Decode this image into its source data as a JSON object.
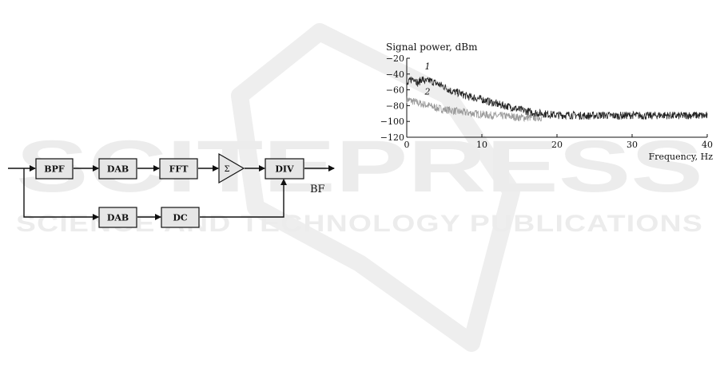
{
  "watermark": {
    "main": "SCITEPRESS",
    "sub": "SCIENCE AND TECHNOLOGY PUBLICATIONS"
  },
  "diagram": {
    "blocks": {
      "bpf": "BPF",
      "dab_top": "DAB",
      "fft": "FFT",
      "sum": "Σ",
      "div": "DIV",
      "dab_bottom": "DAB",
      "dc": "DC"
    },
    "output_label": "BF"
  },
  "chart_data": {
    "type": "line",
    "title": "Signal power, dBm",
    "xlabel": "Frequency, Hz",
    "ylabel": "",
    "xlim": [
      0,
      40
    ],
    "ylim": [
      -120,
      -20
    ],
    "xticks": [
      "0",
      "10",
      "20",
      "30",
      "40"
    ],
    "yticks": [
      "−20",
      "−40",
      "−60",
      "−80",
      "−100",
      "−120"
    ],
    "grid": false,
    "series": [
      {
        "name": "1",
        "color": "#222222",
        "x": [
          0,
          0.5,
          1,
          1.5,
          2,
          2.5,
          3,
          4,
          5,
          6,
          7,
          8,
          9,
          10,
          11,
          12,
          13,
          14,
          15,
          16,
          17,
          18,
          19,
          20,
          22,
          24,
          26,
          28,
          30,
          32,
          34,
          36,
          38,
          40
        ],
        "y": [
          -55,
          -47,
          -45,
          -52,
          -46,
          -50,
          -48,
          -52,
          -56,
          -62,
          -64,
          -68,
          -70,
          -72,
          -75,
          -78,
          -80,
          -82,
          -85,
          -87,
          -89,
          -90,
          -91,
          -92,
          -92,
          -93,
          -92,
          -93,
          -92,
          -93,
          -92,
          -93,
          -92,
          -93
        ]
      },
      {
        "name": "2",
        "color": "#9a9a9a",
        "x": [
          0,
          1,
          2,
          3,
          4,
          5,
          6,
          7,
          8,
          9,
          10,
          11,
          12,
          13,
          14,
          15,
          16,
          17,
          18
        ],
        "y": [
          -72,
          -75,
          -78,
          -80,
          -83,
          -85,
          -86,
          -88,
          -89,
          -90,
          -91,
          -92,
          -93,
          -93,
          -94,
          -95,
          -95,
          -95,
          -95
        ]
      }
    ],
    "curve_labels": [
      "1",
      "2"
    ]
  }
}
